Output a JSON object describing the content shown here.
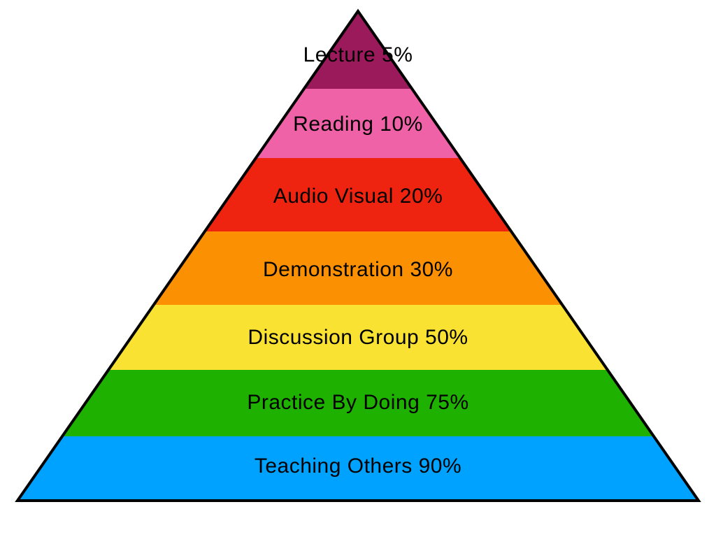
{
  "pyramid": {
    "layers": [
      {
        "label": "Lecture 5%",
        "color": "#9b1a5c"
      },
      {
        "label": "Reading 10%",
        "color": "#f062a8"
      },
      {
        "label": "Audio Visual 20%",
        "color": "#ee2410"
      },
      {
        "label": "Demonstration 30%",
        "color": "#fb9102"
      },
      {
        "label": "Discussion Group 50%",
        "color": "#fae232"
      },
      {
        "label": "Practice By Doing 75%",
        "color": "#1fb100"
      },
      {
        "label": "Teaching Others 90%",
        "color": "#00a2ff"
      }
    ],
    "outline_color": "#000000"
  }
}
